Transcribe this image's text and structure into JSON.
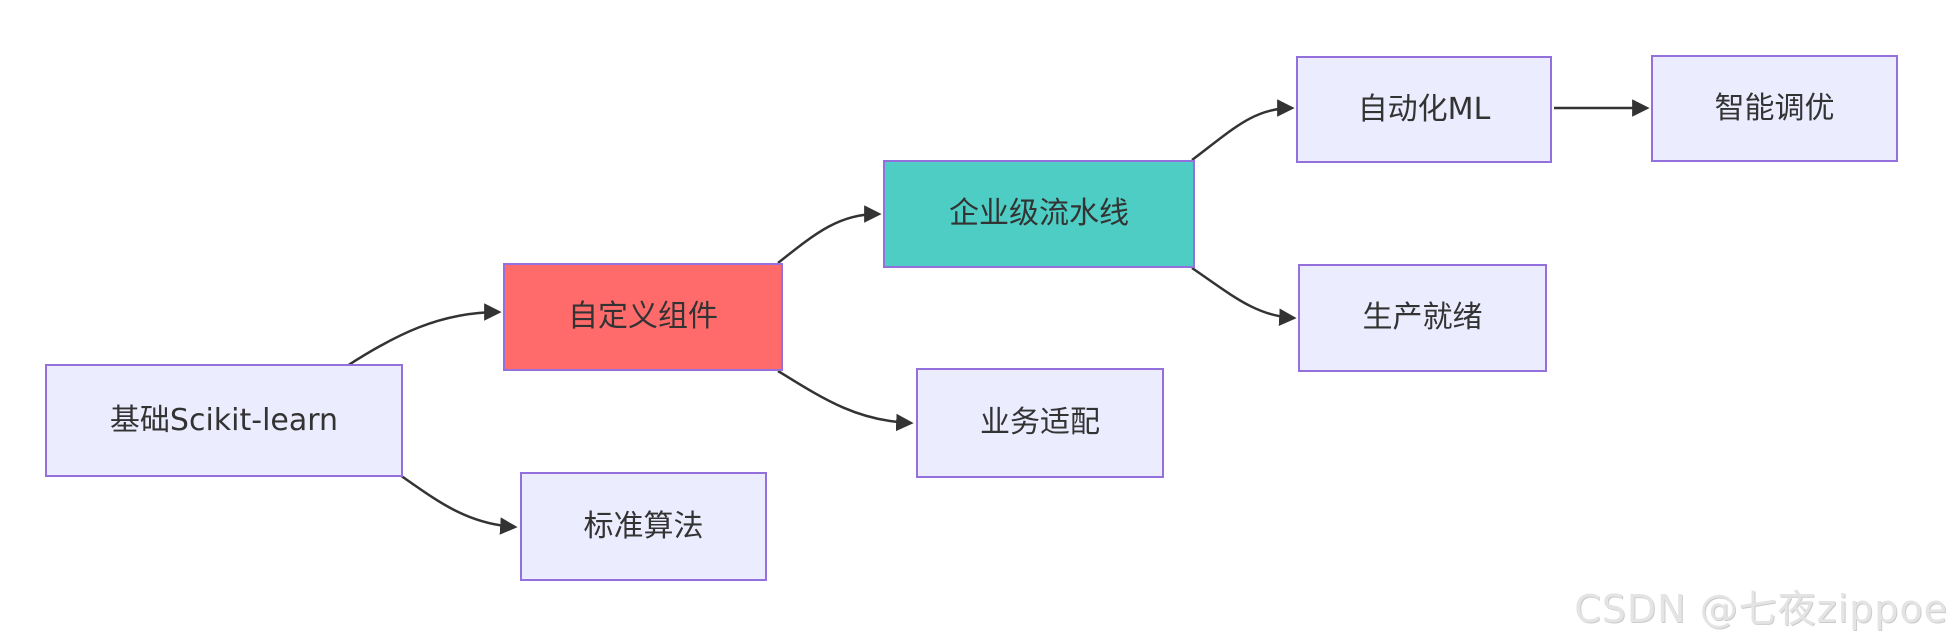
{
  "diagram": {
    "nodes": [
      {
        "id": "base",
        "label": "基础Scikit-learn",
        "fill": "#ECECFF",
        "stroke": "#9370DB"
      },
      {
        "id": "custom",
        "label": "自定义组件",
        "fill": "#FF6B6B",
        "stroke": "#9370DB"
      },
      {
        "id": "std",
        "label": "标准算法",
        "fill": "#ECECFF",
        "stroke": "#9370DB"
      },
      {
        "id": "pipeline",
        "label": "企业级流水线",
        "fill": "#4ECDC4",
        "stroke": "#9370DB"
      },
      {
        "id": "biz",
        "label": "业务适配",
        "fill": "#ECECFF",
        "stroke": "#9370DB"
      },
      {
        "id": "automl",
        "label": "自动化ML",
        "fill": "#ECECFF",
        "stroke": "#9370DB"
      },
      {
        "id": "prod",
        "label": "生产就绪",
        "fill": "#ECECFF",
        "stroke": "#9370DB"
      },
      {
        "id": "tuning",
        "label": "智能调优",
        "fill": "#ECECFF",
        "stroke": "#9370DB"
      }
    ],
    "edges": [
      {
        "from": "基础Scikit-learn",
        "to": "自定义组件"
      },
      {
        "from": "基础Scikit-learn",
        "to": "标准算法"
      },
      {
        "from": "自定义组件",
        "to": "企业级流水线"
      },
      {
        "from": "自定义组件",
        "to": "业务适配"
      },
      {
        "from": "企业级流水线",
        "to": "自动化ML"
      },
      {
        "from": "企业级流水线",
        "to": "生产就绪"
      },
      {
        "from": "自动化ML",
        "to": "智能调优"
      }
    ],
    "colors": {
      "edge": "#333333",
      "node_text": "#333333",
      "node_border": "#9370DB",
      "node_default_fill": "#ECECFF",
      "node_highlight_red": "#FF6B6B",
      "node_highlight_teal": "#4ECDC4"
    }
  },
  "watermark": {
    "text": "CSDN @七夜zippoe"
  }
}
